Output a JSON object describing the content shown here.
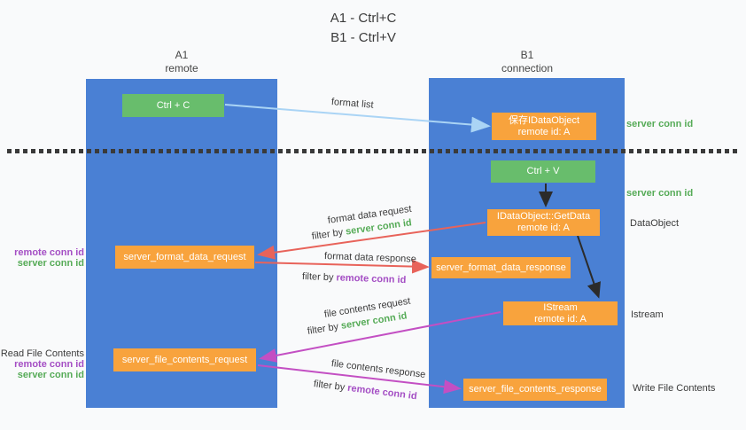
{
  "title": {
    "line1": "A1 - Ctrl+C",
    "line2": "B1 - Ctrl+V"
  },
  "lanes": {
    "a": {
      "name": "A1",
      "subtitle": "remote"
    },
    "b": {
      "name": "B1",
      "subtitle": "connection"
    }
  },
  "nodes": {
    "ctrl_c": {
      "label": "Ctrl + C"
    },
    "ctrl_v": {
      "label": "Ctrl + V"
    },
    "save_dataobject": {
      "line1": "保存IDataObject",
      "line2": "remote id: A"
    },
    "getdata": {
      "line1": "IDataObject::GetData",
      "line2": "remote id: A"
    },
    "istream": {
      "line1": "IStream",
      "line2": "remote id: A"
    },
    "format_request": {
      "label": "server_format_data_request"
    },
    "format_response": {
      "label": "server_format_data_response"
    },
    "file_request": {
      "label": "server_file_contents_request"
    },
    "file_response": {
      "label": "server_file_contents_response"
    }
  },
  "edge_labels": {
    "format_list": "format list",
    "format_data_request": "format data request",
    "format_data_response": "format data response",
    "file_contents_request": "file contents request",
    "file_contents_response": "file contents response",
    "filter_by": "filter by",
    "server_conn_id": "server conn id",
    "remote_conn_id": "remote conn id"
  },
  "annotations": {
    "server_conn_id": "server conn id",
    "remote_conn_id": "remote conn id",
    "dataobject": "DataObject",
    "istream": "Istream",
    "read_file_contents": "Read File Contents",
    "write_file_contents": "Write File Contents"
  },
  "colors": {
    "lane_blue": "#4a80d4",
    "box_green": "#68bd6c",
    "box_orange": "#f8a33d",
    "arrow_red": "#e8635a",
    "arrow_magenta": "#c34fc3",
    "arrow_lightblue": "#aad4f5",
    "arrow_black": "#2b2b2b",
    "text_green": "#56ab57",
    "text_purple": "#a44ec4",
    "text_dark": "#3b3b3b"
  }
}
